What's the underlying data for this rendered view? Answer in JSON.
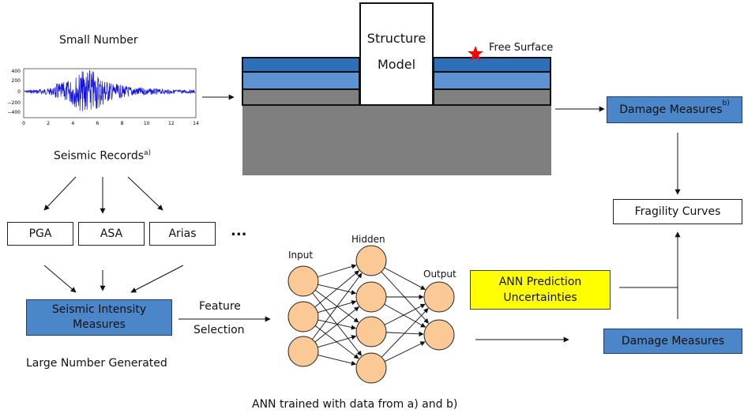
{
  "labels": {
    "small_number": "Small Number",
    "seismic_records": "Seismic Records",
    "seismic_records_sup": "a)",
    "structure_model_line1": "Structure",
    "structure_model_line2": "Model",
    "free_surface": "Free Surface",
    "damage_measures_top": "Damage Measures",
    "damage_measures_top_sup": "b)",
    "fragility_curves": "Fragility Curves",
    "pga": "PGA",
    "asa": "ASA",
    "arias": "Arias",
    "ellipsis": "...",
    "seismic_intensity_measures_line1": "Seismic Intensity",
    "seismic_intensity_measures_line2": "Measures",
    "large_number_generated": "Large Number Generated",
    "feature": "Feature",
    "selection": "Selection",
    "nn_input": "Input",
    "nn_hidden": "Hidden",
    "nn_output": "Output",
    "ann_uncertainty_line1": "ANN Prediction",
    "ann_uncertainty_line2": "Uncertainties",
    "damage_measures_bottom": "Damage Measures",
    "ann_trained": "ANN trained with data from a) and b)"
  },
  "seismogram": {
    "y_ticks": [
      "400",
      "200",
      "0",
      "−200",
      "−400"
    ],
    "x_ticks": [
      "0",
      "2",
      "4",
      "6",
      "8",
      "10",
      "12",
      "14"
    ],
    "trace_color": "#1010e0"
  },
  "colors": {
    "blue_box": "#4a86c8",
    "dark_blue_layer": "#2f6fb8",
    "light_blue_layer": "#5d93d3",
    "gray_layer": "#808080",
    "soil": "#7f7f7f",
    "ann_prediction_box": "#ffff00",
    "neuron_fill": "#fbc995",
    "star": "#ff0000"
  }
}
